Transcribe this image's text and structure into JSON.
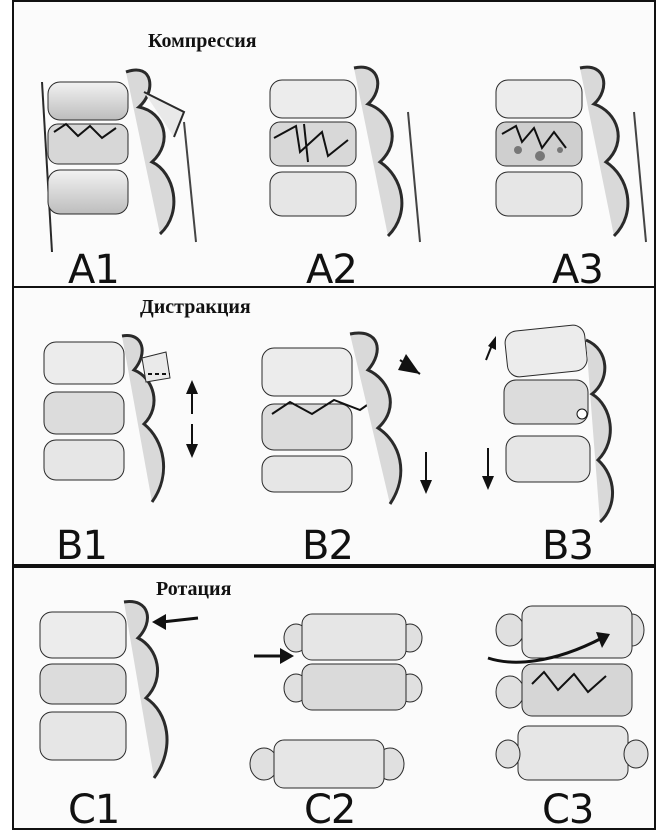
{
  "panels": [
    {
      "title": "Компрессия",
      "figures": [
        {
          "label": "A1",
          "variant": "compression-wedge"
        },
        {
          "label": "A2",
          "variant": "compression-split"
        },
        {
          "label": "A3",
          "variant": "compression-burst"
        }
      ]
    },
    {
      "title": "Дистракция",
      "figures": [
        {
          "label": "B1",
          "variant": "distraction-posterior-ligament"
        },
        {
          "label": "B2",
          "variant": "distraction-posterior-bone"
        },
        {
          "label": "B3",
          "variant": "distraction-anterior"
        }
      ]
    },
    {
      "title": "Ротация",
      "figures": [
        {
          "label": "C1",
          "variant": "rotation-lateral"
        },
        {
          "label": "C2",
          "variant": "rotation-shear"
        },
        {
          "label": "C3",
          "variant": "rotation-burst"
        }
      ]
    }
  ],
  "colors": {
    "border": "#111111",
    "bone_fill": "#e6e6e6",
    "bone_shade": "#bdbdbd",
    "stroke": "#2a2a2a",
    "background": "#fbfbfb"
  }
}
